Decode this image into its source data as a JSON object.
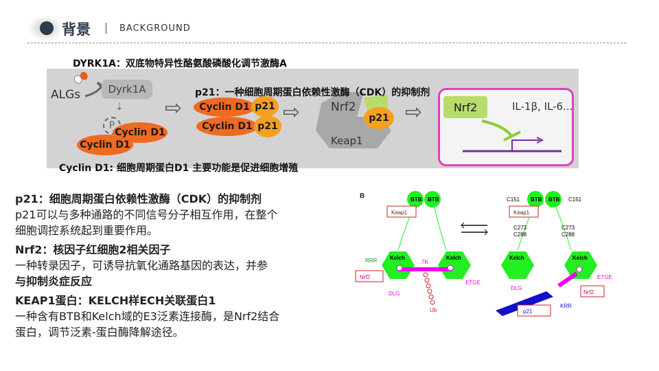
{
  "header": {
    "title": "背景",
    "separator": "|",
    "subtitle": "BACKGROUND"
  },
  "top_figure": {
    "caption_dyrk": "DYRK1A：双底物特异性酪氨酸磷酸化调节激酶A",
    "caption_p21": "p21：一种细胞周期蛋白依赖性激酶（CDK）的抑制剂",
    "caption_cyclin": "Cyclin D1: 细胞周期蛋白D1 主要功能是促进细胞增殖",
    "algs": "ALGs",
    "dyrk1a": "Dyrk1A",
    "p": "P",
    "cyclin_d1": "Cyclin D1",
    "p21": "p21",
    "nrf2": "Nrf2",
    "keap1": "Keap1",
    "il": "IL-1β, IL-6..."
  },
  "body": {
    "p21_title": "p21：细胞周期蛋白依赖性激酶（CDK）的抑制剂",
    "p21_line1": "p21可以与多种通路的不同信号分子相互作用，在整个",
    "p21_line2": "细胞调控系统起到重要作用。",
    "nrf2_title": "Nrf2：核因子红细胞2相关因子",
    "nrf2_line1": "一种转录因子，可诱导抗氧化通路基因的表达，并参",
    "nrf2_line2": "与抑制炎症反应",
    "keap1_title": "KEAP1蛋白：KELCH样ECH关联蛋白1",
    "keap1_line1": "一种含有BTB和Kelch域的E3泛素连接酶，是Nrf2结合",
    "keap1_line2": "蛋白，调节泛素-蛋白酶降解途径。"
  },
  "diagram": {
    "panel_letter": "B",
    "btb": "BTB",
    "keap1": "Keap1",
    "kelch": "Kelch",
    "rrr": "RRR",
    "nrf2": "Nrf2",
    "dlg": "DLG",
    "etge": "ETGE",
    "seven_k": "7K",
    "ub": "Ub",
    "c151": "C151",
    "c273": "C273",
    "c288": "C288",
    "krr": "KRR",
    "p21": "p21",
    "colors": {
      "green": "#22ee22",
      "magenta": "#ee00ee",
      "blue": "#1111cc",
      "red": "#cc2222"
    }
  }
}
